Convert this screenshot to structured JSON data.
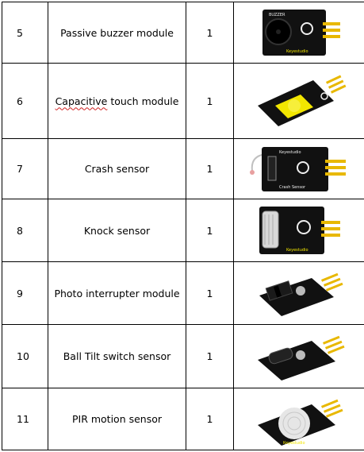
{
  "rows": [
    {
      "no": "5",
      "name": "Passive buzzer module",
      "qty": "1",
      "board_label": "BUZZER",
      "brand": "Keyestudio"
    },
    {
      "no": "6",
      "name": "Capacitive touch module",
      "qty": "1",
      "spellcheck_word": "Capacitive",
      "rest": " touch module"
    },
    {
      "no": "7",
      "name": "Crash sensor",
      "qty": "1",
      "board_label": "Crash Sensor",
      "brand": "Keyestudio"
    },
    {
      "no": "8",
      "name": "Knock sensor",
      "qty": "1",
      "brand": "Keyestudio"
    },
    {
      "no": "9",
      "name": "Photo interrupter module",
      "qty": "1"
    },
    {
      "no": "10",
      "name": "Ball Tilt switch sensor",
      "qty": "1"
    },
    {
      "no": "11",
      "name": "PIR motion sensor",
      "qty": "1",
      "brand": "Keyestudio"
    }
  ],
  "colors": {
    "board": "#111111",
    "pin": "#e8b800",
    "pad": "#f2e600",
    "white": "#eeeeee"
  }
}
